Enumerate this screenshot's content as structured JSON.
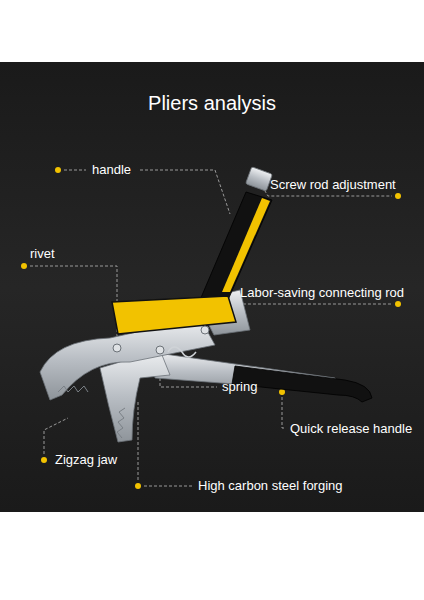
{
  "diagram": {
    "title": "Pliers analysis",
    "labels": [
      "handle",
      "Screw rod adjustment",
      "rivet",
      "Labor-saving connecting rod",
      "spring",
      "Quick release handle",
      "Zigzag jaw",
      "High carbon steel forging"
    ]
  }
}
